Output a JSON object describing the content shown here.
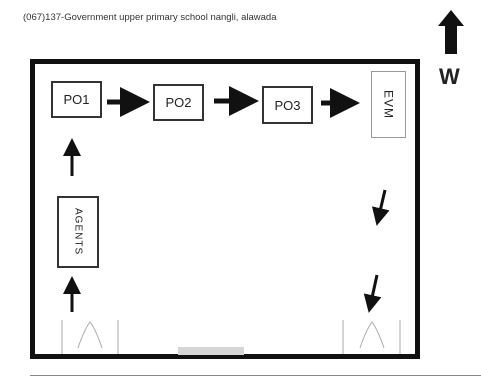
{
  "header": {
    "title": "(067)137-Government upper primary school nangli, alawada"
  },
  "compass": {
    "label": "W",
    "icon": "up-arrow-icon"
  },
  "stations": {
    "po1": "PO1",
    "po2": "PO2",
    "po3": "PO3",
    "evm": "EVM",
    "agents": "AGENTS"
  },
  "colors": {
    "line": "#111111",
    "door": "#d6d6d6"
  }
}
